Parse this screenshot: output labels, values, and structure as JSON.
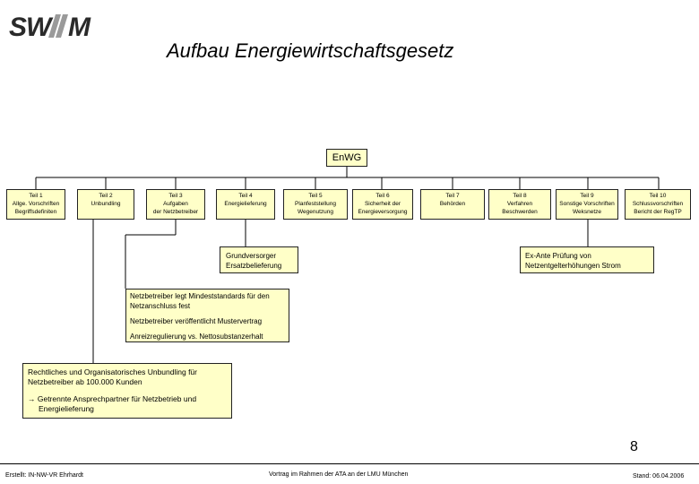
{
  "header": {
    "logo_text": "SW//M",
    "title": "Aufbau Energiewirtschaftsgesetz"
  },
  "diagram": {
    "root": "EnWG",
    "parts": [
      {
        "line1": "Teil 1",
        "line2": "Allge. Vorschriften",
        "line3": "Begriffsdefiniten"
      },
      {
        "line1": "Teil 2",
        "line2": "Unbundling",
        "line3": ""
      },
      {
        "line1": "Teil 3",
        "line2": "Aufgaben",
        "line3": "der Netzbetreiber"
      },
      {
        "line1": "Teil 4",
        "line2": "Energielieferung",
        "line3": ""
      },
      {
        "line1": "Teil 5",
        "line2": "Planfeststellung",
        "line3": "Wegenutzung"
      },
      {
        "line1": "Teil 6",
        "line2": "Sicherheit der",
        "line3": "Energieversorgung"
      },
      {
        "line1": "Teil 7",
        "line2": "Behörden",
        "line3": ""
      },
      {
        "line1": "Teil 8",
        "line2": "Verfahren",
        "line3": "Beschwerden"
      },
      {
        "line1": "Teil 9",
        "line2": "Sonstige Vorschriften",
        "line3": "Weksnetze"
      },
      {
        "line1": "Teil 10",
        "line2": "Schlussvorschriften",
        "line3": "Bericht der RegTP"
      }
    ],
    "note_grundversorger": {
      "line1": "Grundversorger",
      "line2": "Ersatzbelieferung"
    },
    "note_exante": {
      "line1": "Ex-Ante Prüfung von",
      "line2": "Netzentgelterhöhungen Strom"
    },
    "note_netzbetreiber": {
      "line1": "Netzbetreiber legt Mindeststandards für den",
      "line2": "Netzanschluss fest",
      "line3": "Netzbetreiber veröffentlicht Mustervertrag",
      "line4": "Anreizregulierung vs. Nettosubstanzerhalt"
    },
    "note_unbundling": {
      "line1": "Rechtliches und Organisatorisches Unbundling für",
      "line2": "Netzbetreiber ab 100.000 Kunden",
      "line3": "→ Getrennte Ansprechpartner für Netzbetrieb und",
      "line4": "Energielieferung"
    }
  },
  "footer": {
    "author": "Erstellt: IN-NW-VR Ehrhardt",
    "center": "Vortrag im Rahmen der ATA an der LMU München",
    "date": "Stand: 06.04.2006",
    "page_number": "8"
  },
  "colors": {
    "box_fill": "#ffffc8",
    "logo_dark": "#2a2a2a",
    "logo_accent": "#9a9a9a"
  }
}
